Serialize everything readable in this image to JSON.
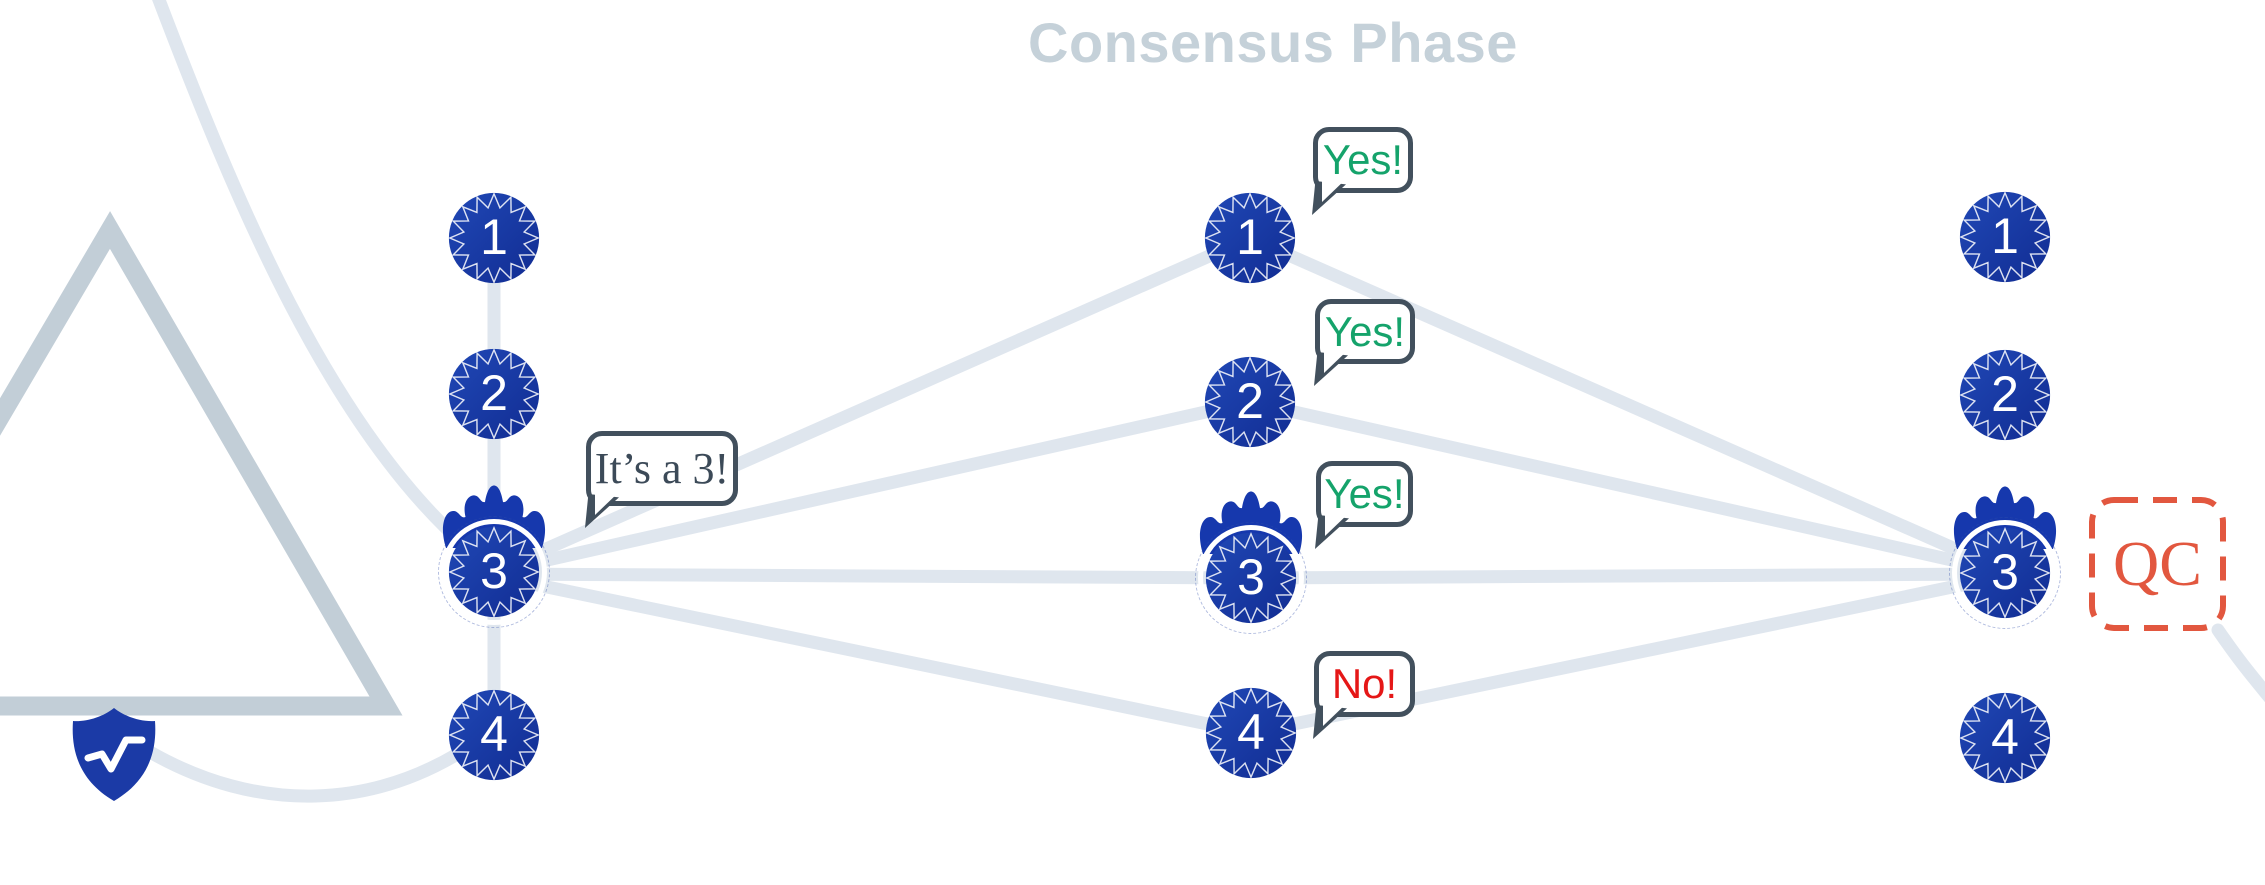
{
  "title": "Consensus Phase",
  "leader_bubble": {
    "text": "It’s a 3!"
  },
  "columns": {
    "proposal": {
      "nodes": [
        "1",
        "2",
        "3",
        "4"
      ],
      "leader_node": "3"
    },
    "voting": {
      "nodes": [
        "1",
        "2",
        "3",
        "4"
      ],
      "votes": [
        {
          "node": "1",
          "text": "Yes!",
          "vote": "yes"
        },
        {
          "node": "2",
          "text": "Yes!",
          "vote": "yes"
        },
        {
          "node": "3",
          "text": "Yes!",
          "vote": "yes"
        },
        {
          "node": "4",
          "text": "No!",
          "vote": "no"
        }
      ]
    },
    "certified": {
      "nodes": [
        "1",
        "2",
        "3",
        "4"
      ],
      "qc_label": "QC"
    }
  },
  "icons": {
    "crown": "crown-icon",
    "shield_check": "shield-check-icon",
    "node_burst": "starburst-node-icon"
  },
  "colors": {
    "node_blue": "#17379f",
    "crown_blue": "#1638ad",
    "shield_blue": "#1b3aa6",
    "edge_gray": "#dfe6ee",
    "triangle_gray": "#c2ced7",
    "bubble_border": "#42505d",
    "yes_green": "#15a36b",
    "no_red": "#e51717",
    "qc_orange": "#e2573f",
    "title_gray": "#c5d1d9"
  }
}
